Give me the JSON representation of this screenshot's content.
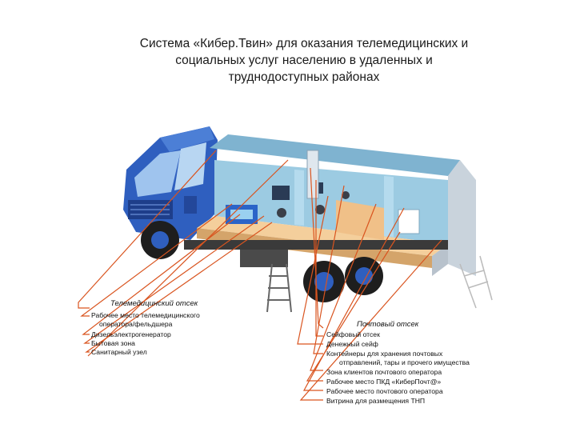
{
  "title": {
    "line1": "Система «Кибер.Твин» для оказания телемедицинских и",
    "line2": "социальных услуг населению в удаленных и",
    "line3": "труднодоступных  районах"
  },
  "telemed": {
    "heading": "Телемедицинский отсек",
    "items": [
      "Рабочее место телемедицинского",
      "оператора/фельдшера",
      "Дизельэлектрогенератор",
      "Бытовая зона",
      "Санитарный узел"
    ]
  },
  "postal": {
    "heading": "Почтовый отсек",
    "items": [
      "Сейфовый отсек",
      "Денежный сейф",
      "Контейнеры для хранения почтовых",
      "отправлений, тары и прочего имущества",
      "Зона клиентов почтового оператора",
      "Рабочее место ПКД «КиберПочт@»",
      "Рабочее место почтового оператора",
      "Витрина для размещения ТНП"
    ]
  },
  "colors": {
    "cab": "#2f5fbf",
    "body_wall": "#8fc3dd",
    "floor": "#f4cf9c",
    "leader": "#d9541f"
  }
}
